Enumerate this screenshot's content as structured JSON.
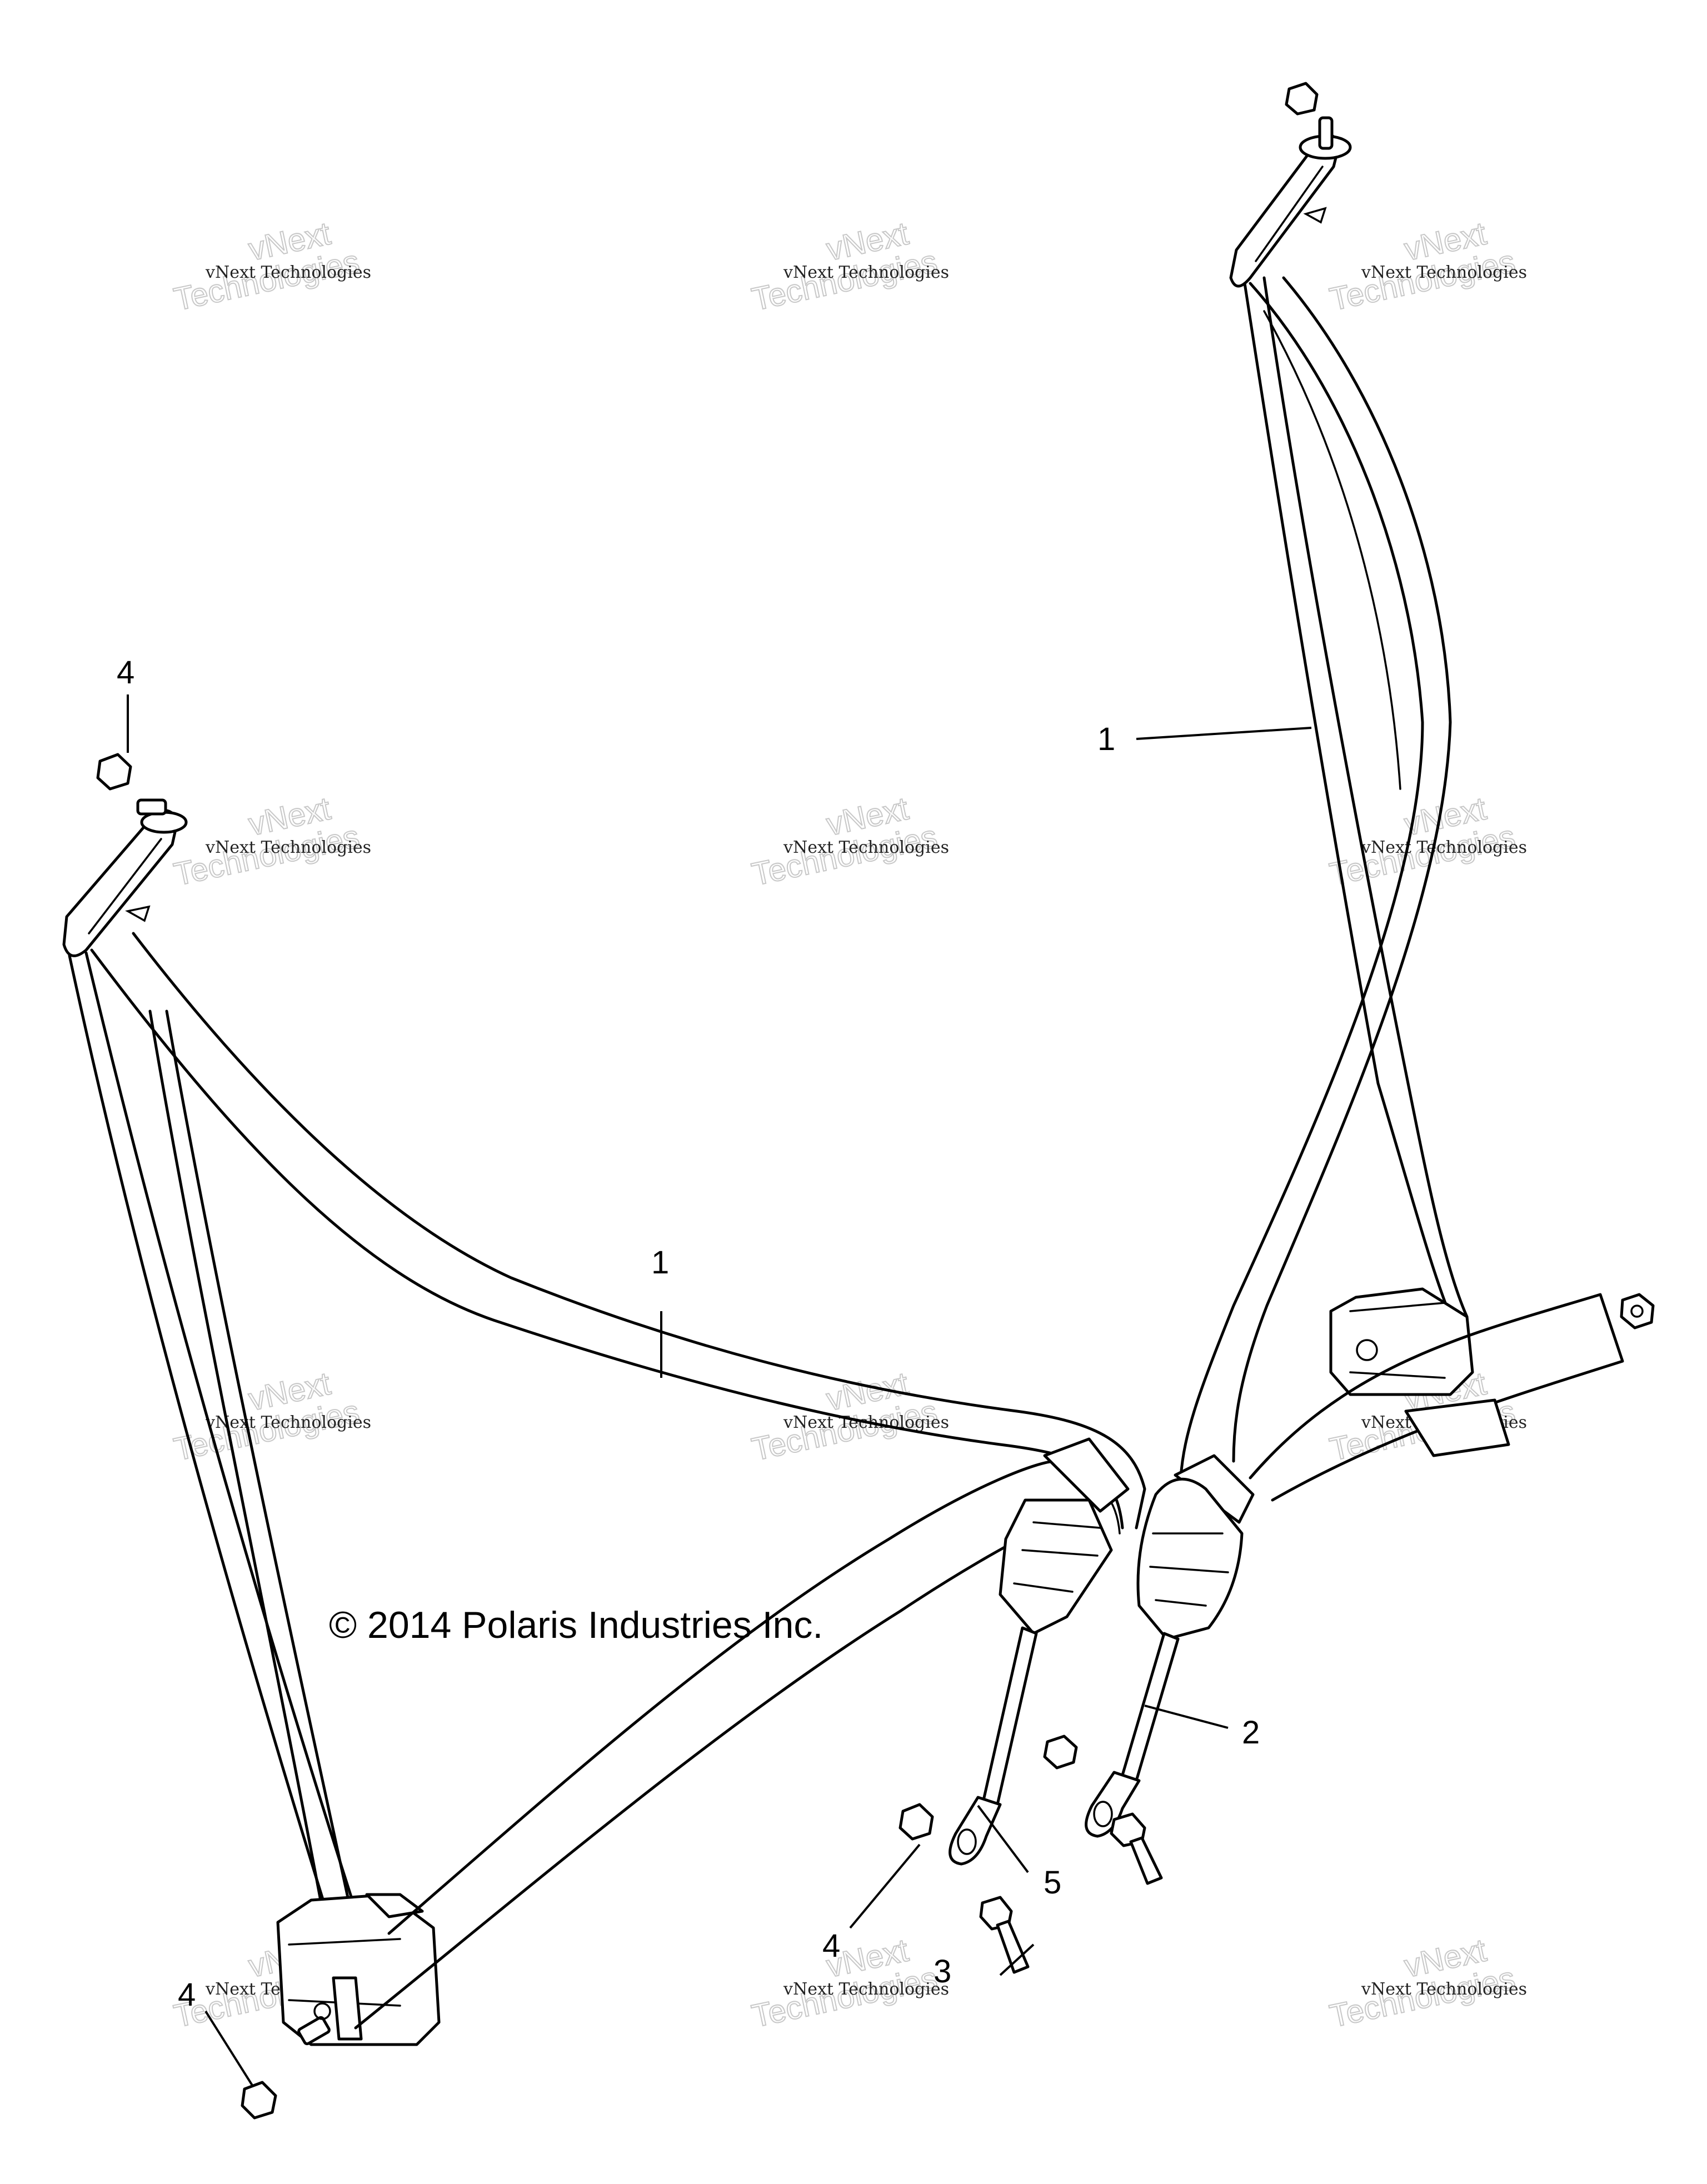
{
  "copyright": "© 2014 Polaris Industries Inc.",
  "watermark": {
    "small": "vNext Technologies",
    "big_line1": "vNext",
    "big_line2": "Technologies"
  },
  "callouts": [
    {
      "id": "c1-right",
      "label": "1"
    },
    {
      "id": "c1-center",
      "label": "1"
    },
    {
      "id": "c2",
      "label": "2"
    },
    {
      "id": "c3",
      "label": "3"
    },
    {
      "id": "c4-top-left",
      "label": "4"
    },
    {
      "id": "c4-bottom-center",
      "label": "4"
    },
    {
      "id": "c4-bottom-left",
      "label": "4"
    },
    {
      "id": "c5",
      "label": "5"
    }
  ]
}
